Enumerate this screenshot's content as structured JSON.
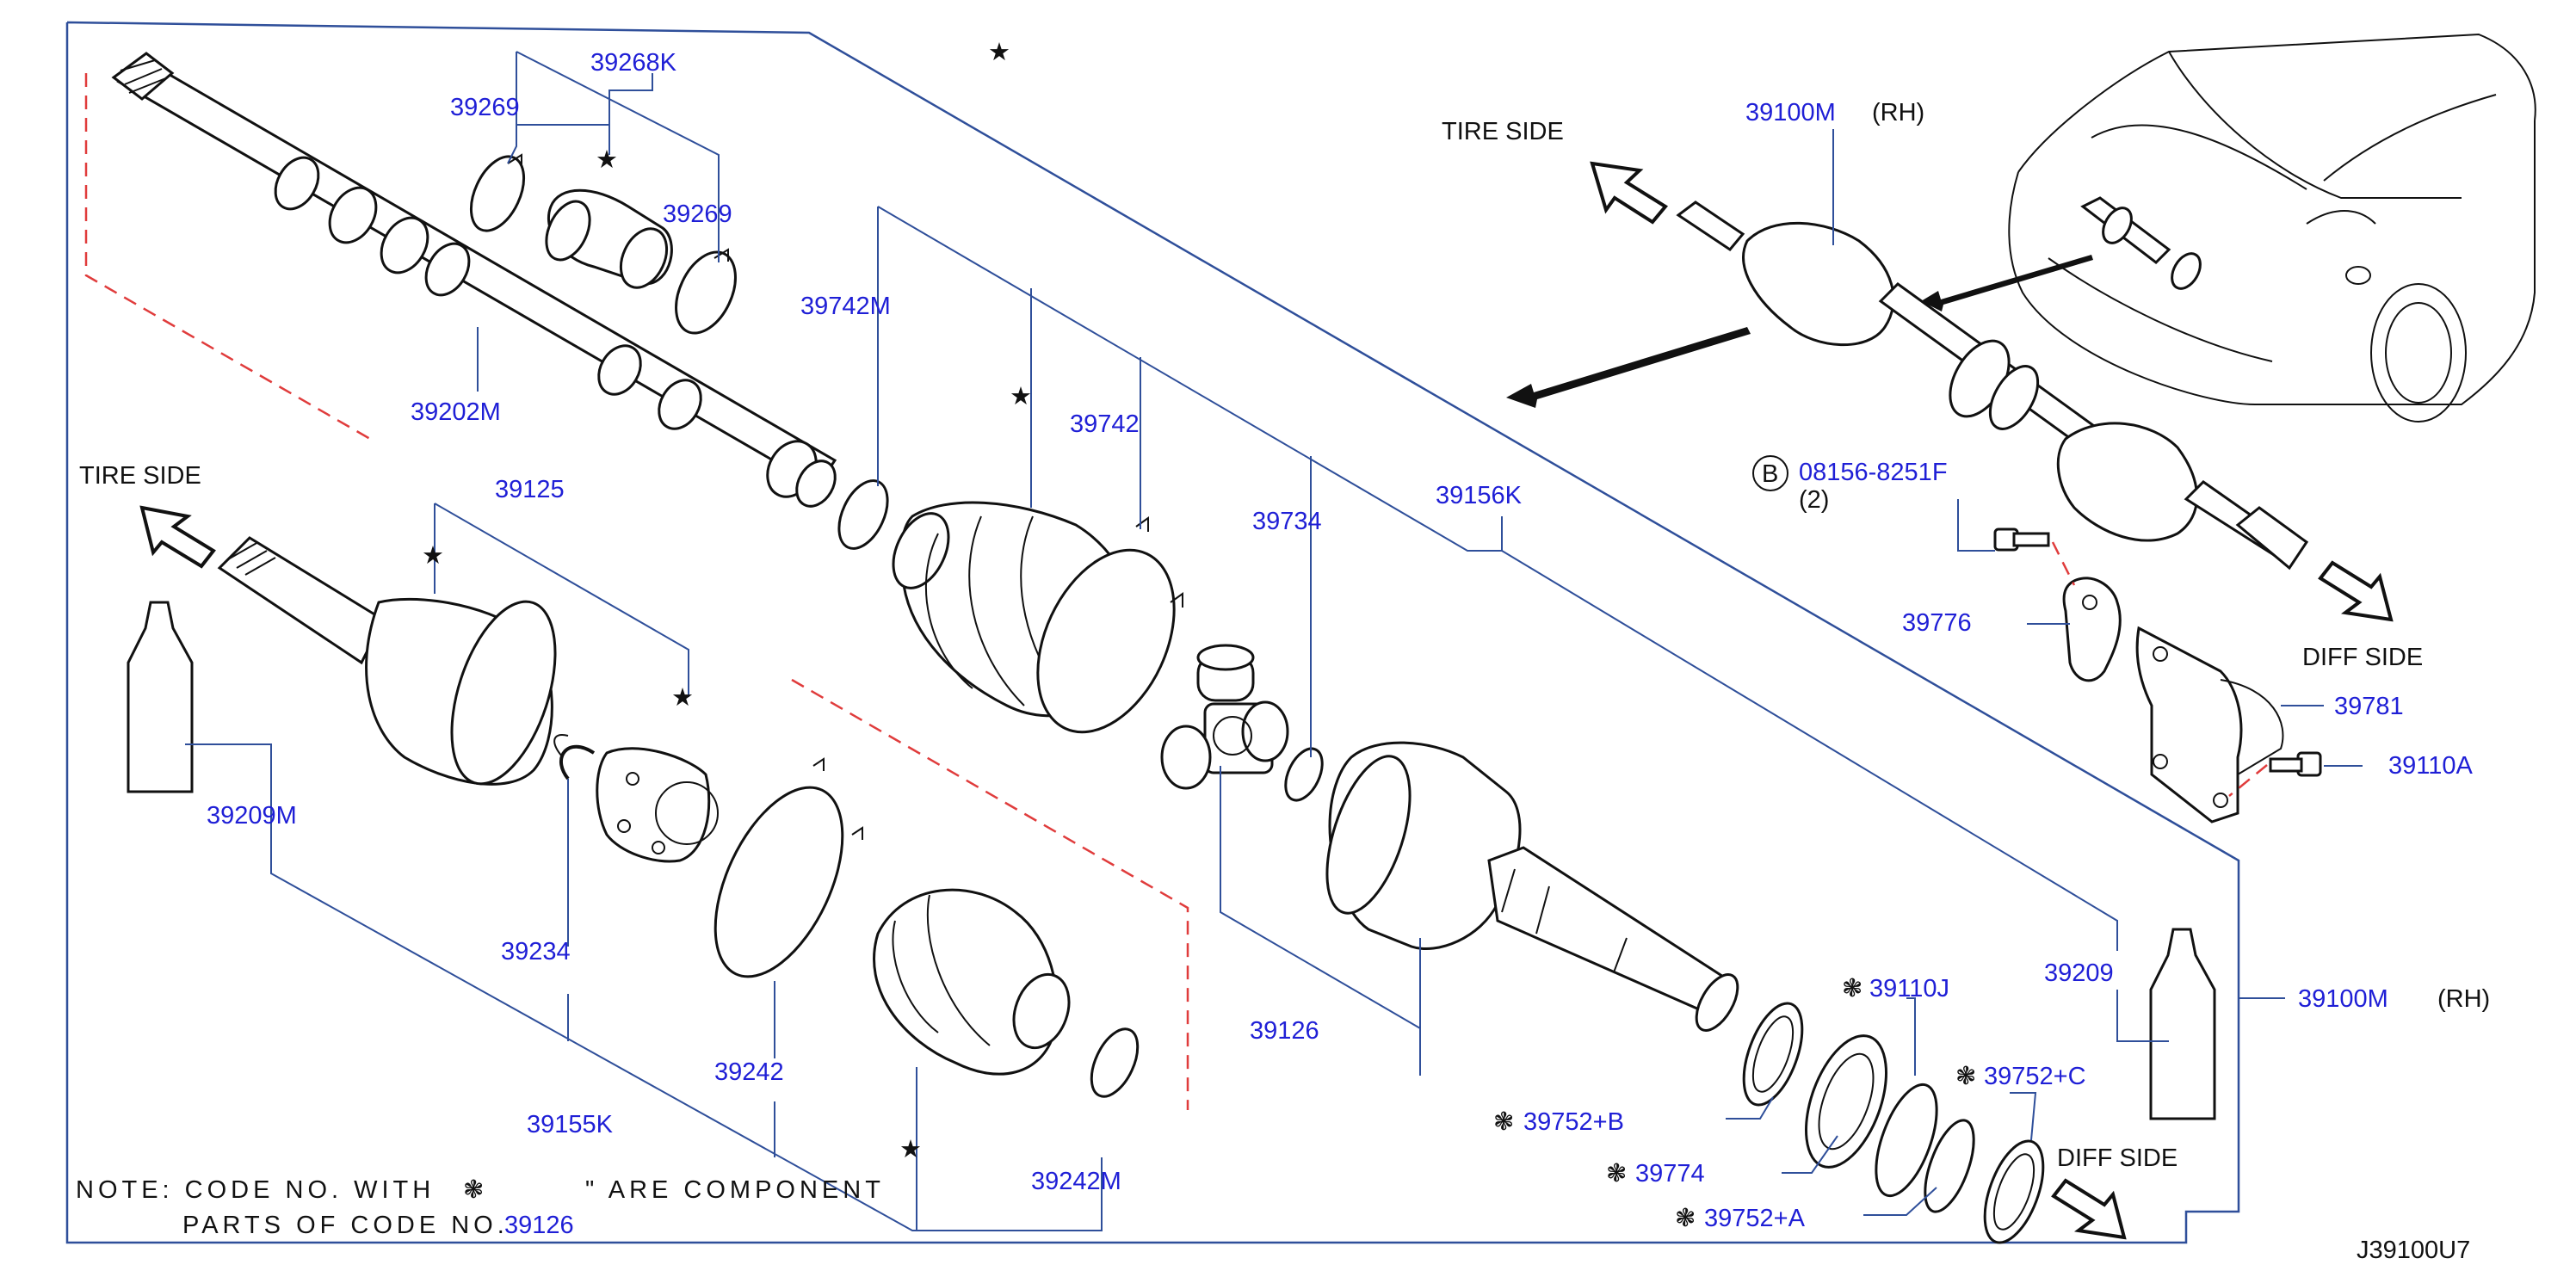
{
  "diagram_id": "J39100U7",
  "side_labels": {
    "tire_side_top": "TIRE  SIDE",
    "tire_side_left": "TIRE  SIDE",
    "diff_side_right": "DIFF  SIDE",
    "diff_side_bottom": "DIFF  SIDE"
  },
  "rh_suffix": "(RH)",
  "part_numbers": {
    "p39268K": "39268K",
    "p39269_a": "39269",
    "p39269_b": "39269",
    "p39202M": "39202M",
    "p39742M": "39742M",
    "p39742": "39742",
    "p39734": "39734",
    "p39156K": "39156K",
    "p39125": "39125",
    "p39209M": "39209M",
    "p39234": "39234",
    "p39155K": "39155K",
    "p39242": "39242",
    "p39242M": "39242M",
    "p39126": "39126",
    "p39100M_top": "39100M",
    "p39100M_right": "39100M",
    "p39209": "39209",
    "p39776": "39776",
    "p39781": "39781",
    "p39110A": "39110A",
    "p08156": "08156-8251F",
    "p08156_qty": "(2)",
    "p08156_marker": "B",
    "p39110J": "39110J",
    "p39752C": "39752+C",
    "p39752B": "39752+B",
    "p39774": "39774",
    "p39752A": "39752+A"
  },
  "note": {
    "line1_a": "NOTE:  CODE  NO.  WITH",
    "line1_b": "\"  ARE  COMPONENT",
    "line2_a": "PARTS  OF  CODE  NO.",
    "line2_ref": "39126"
  },
  "symbols": {
    "star": "★",
    "component_mark": "❃"
  }
}
